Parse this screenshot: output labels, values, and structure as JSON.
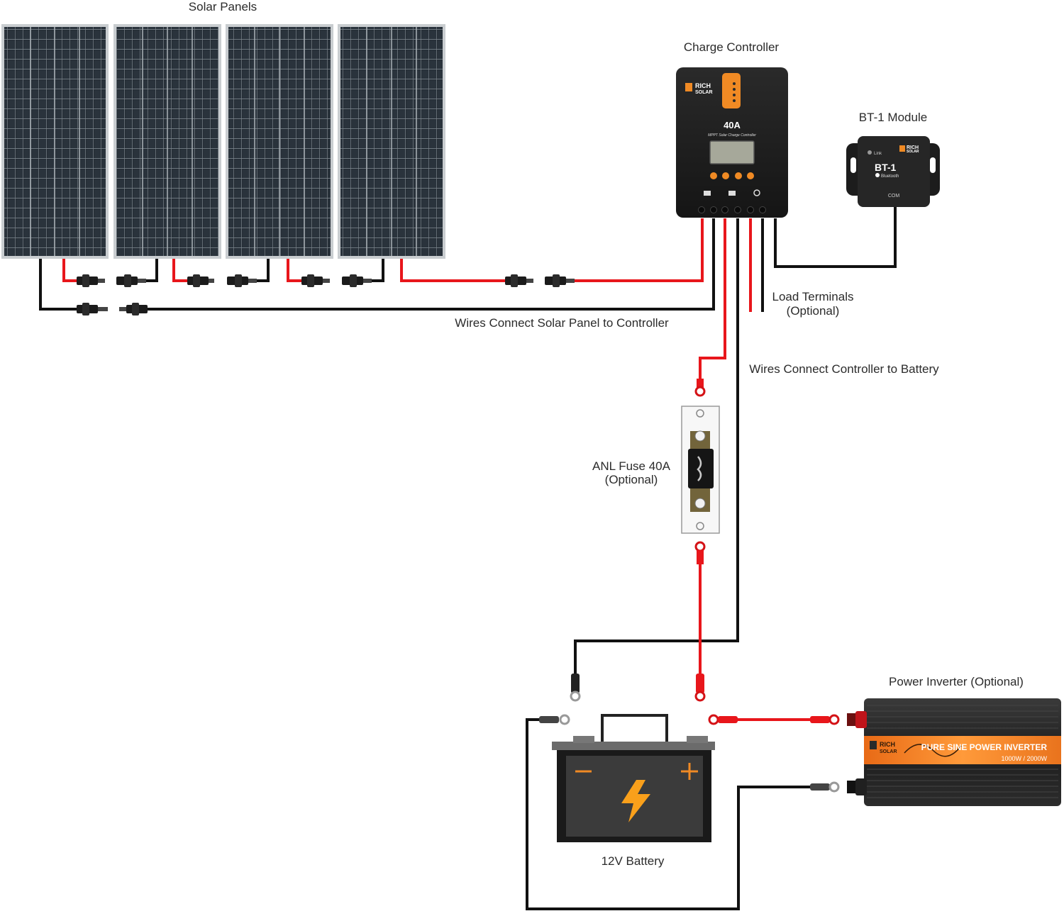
{
  "labels": {
    "solar_panels": "Solar Panels",
    "charge_controller": "Charge Controller",
    "bt1_module": "BT-1 Module",
    "load_terminals": "Load Terminals",
    "load_terminals_optional": "(Optional)",
    "wires_panel_controller": "Wires Connect Solar Panel to Controller",
    "wires_controller_battery": "Wires Connect Controller to Battery",
    "anl_fuse": "ANL Fuse 40A",
    "anl_fuse_optional": "(Optional)",
    "power_inverter": "Power Inverter (Optional)",
    "battery": "12V Battery"
  },
  "controller": {
    "brand_line1": "RICH",
    "brand_line2": "SOLAR",
    "rating": "40A",
    "model": "MPPT Solar Charge Controller"
  },
  "bt1": {
    "link_label": "Link",
    "brand_line1": "RICH",
    "brand_line2": "SOLAR",
    "name": "BT-1",
    "subtitle": "Bluetooth",
    "com_label": "COM"
  },
  "inverter": {
    "brand_line1": "RICH",
    "brand_line2": "SOLAR",
    "title": "PURE SINE POWER INVERTER",
    "rating": "1000W / 2000W"
  },
  "colors": {
    "positive_wire": "#e8161b",
    "negative_wire": "#111111",
    "brand_orange": "#f08a24",
    "panel_cell": "#232b33"
  },
  "icons": [
    "solar-panel-icon",
    "charge-controller-icon",
    "bluetooth-module-icon",
    "fuse-icon",
    "battery-icon",
    "lightning-bolt-icon",
    "inverter-icon"
  ]
}
